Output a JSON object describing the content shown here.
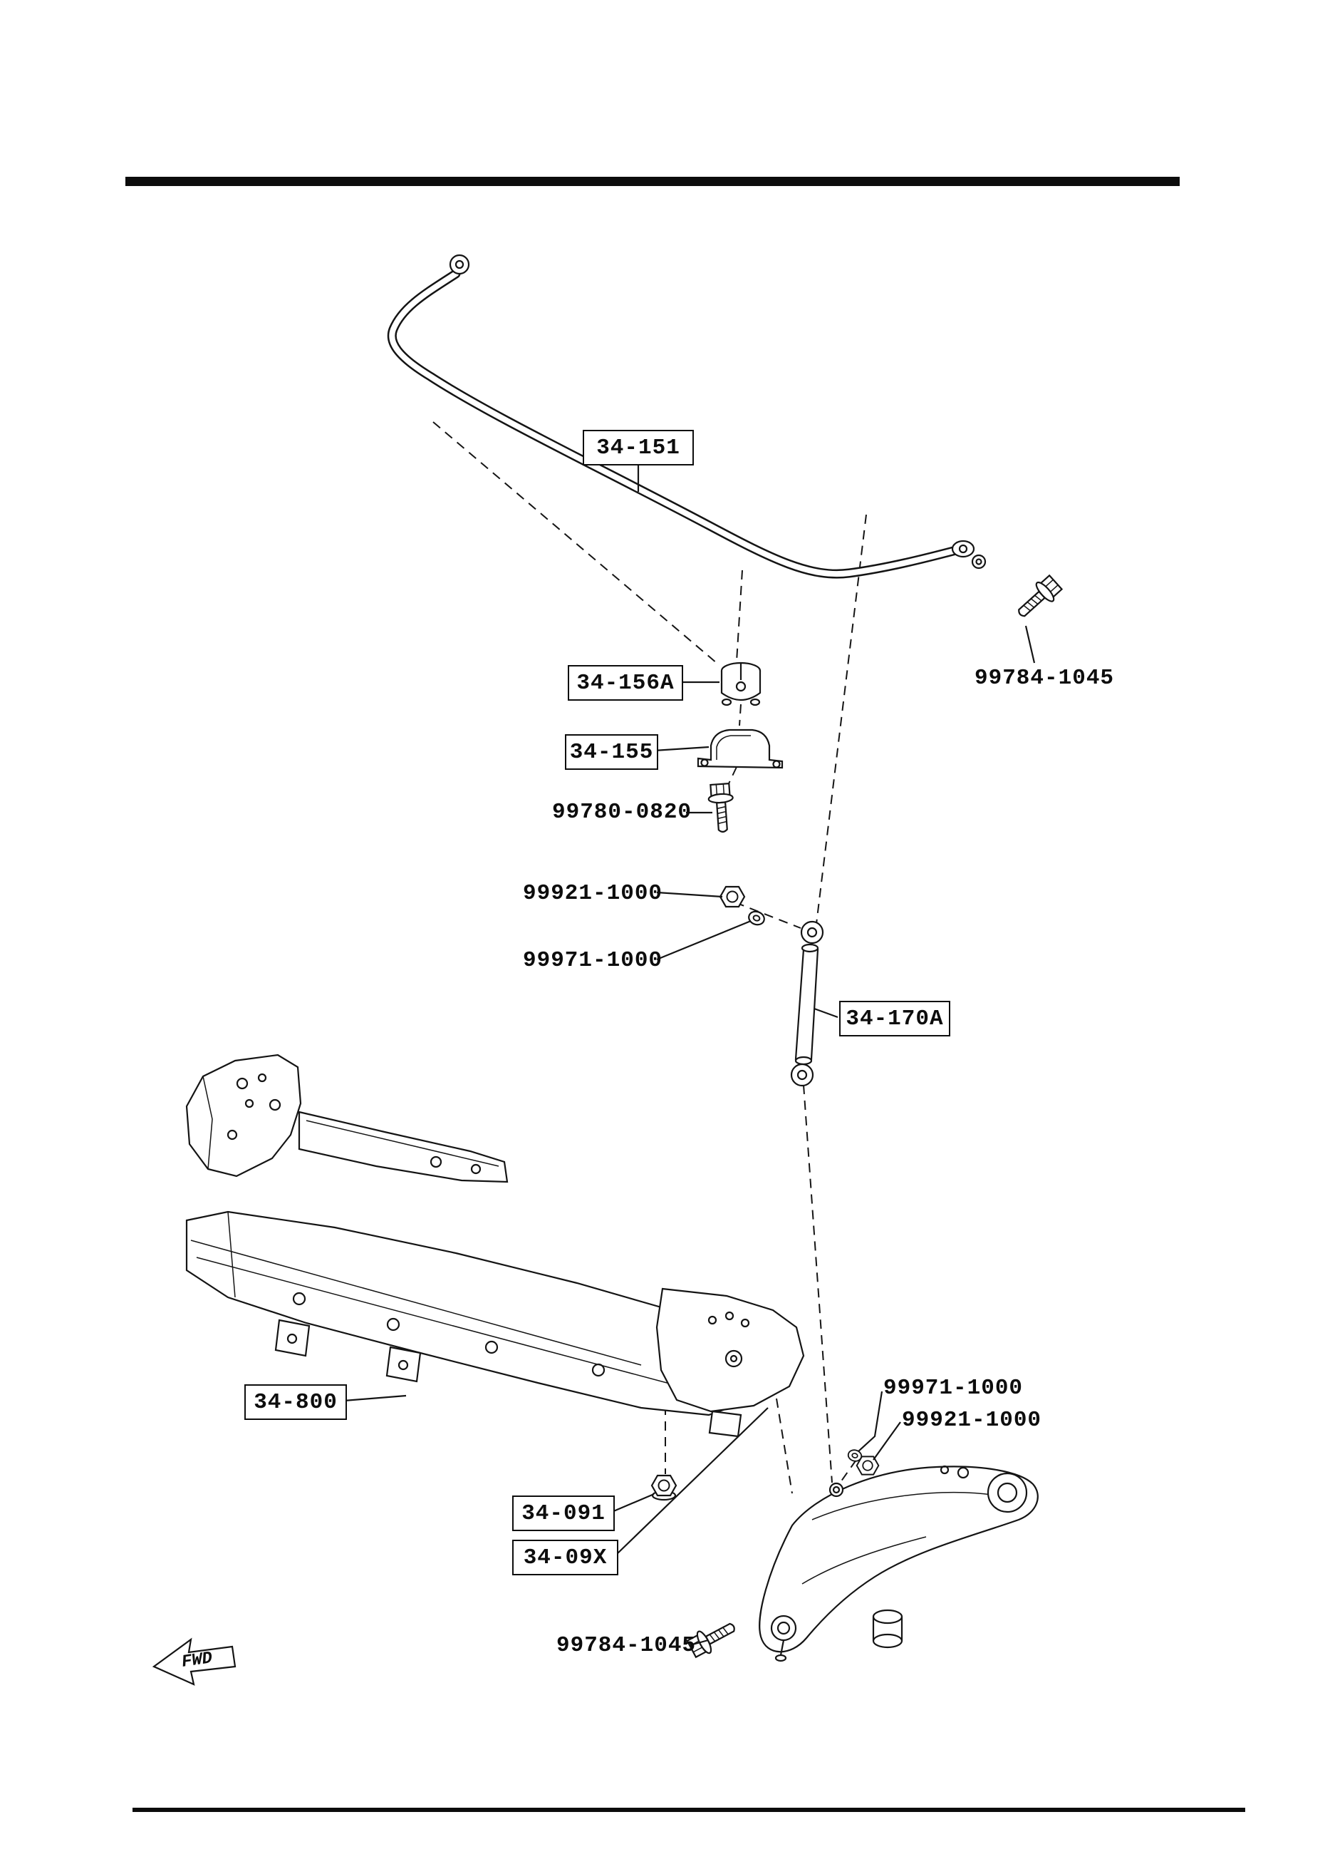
{
  "boxed": [
    "34-151",
    "34-156A",
    "34-155",
    "34-170A",
    "34-800",
    "34-091",
    "34-09X"
  ],
  "parts": [
    "99784-1045",
    "99780-0820",
    "99921-1000",
    "99971-1000",
    "99971-1000",
    "99921-1000",
    "99784-1045"
  ],
  "fwd": "FWD"
}
